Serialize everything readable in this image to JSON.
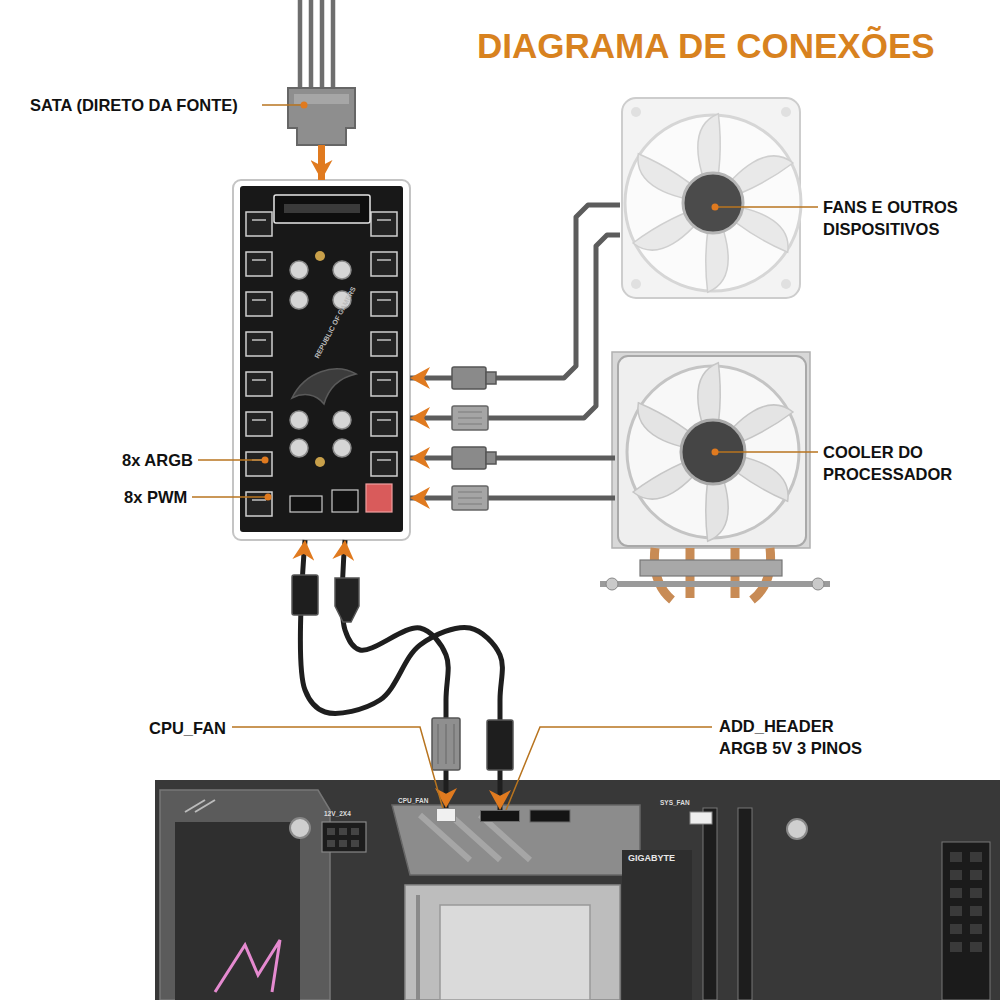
{
  "diagram": {
    "title": "DIAGRAMA DE CONEXÕES",
    "nodes": [
      {
        "text": [
          "SATA (DIRETO DA FONTE)"
        ]
      },
      {
        "text": [
          "8x ARGB",
          "8x PWM"
        ]
      },
      {
        "text": [
          "FANS E OUTROS DISPOSITIVOS"
        ]
      },
      {
        "text": [
          "COOLER DO PROCESSADOR"
        ]
      },
      {
        "text": [
          "GIGABYTE"
        ]
      },
      {
        "text": [
          "CPU_FAN"
        ],
        "in": 4
      },
      {
        "text": [
          "ADD_HEADER ARGB 5V 3 PINOS"
        ],
        "in": 4
      }
    ],
    "edges": [
      {
        "from": 0,
        "to": 1,
        "arrow": "to"
      },
      {
        "from": 2,
        "to": 1,
        "arrow": "to"
      },
      {
        "from": 2,
        "to": 1,
        "arrow": "to"
      },
      {
        "from": 3,
        "to": 1,
        "arrow": "to"
      },
      {
        "from": 3,
        "to": 1,
        "arrow": "to"
      },
      {
        "from": 1,
        "to": 5,
        "arrow": "both"
      },
      {
        "from": 1,
        "to": 6,
        "arrow": "both"
      }
    ],
    "labels": [
      "REPUBLIC OF GAMERS",
      "12V_2X4",
      "CPU_FAN",
      "SYS_FAN"
    ]
  }
}
